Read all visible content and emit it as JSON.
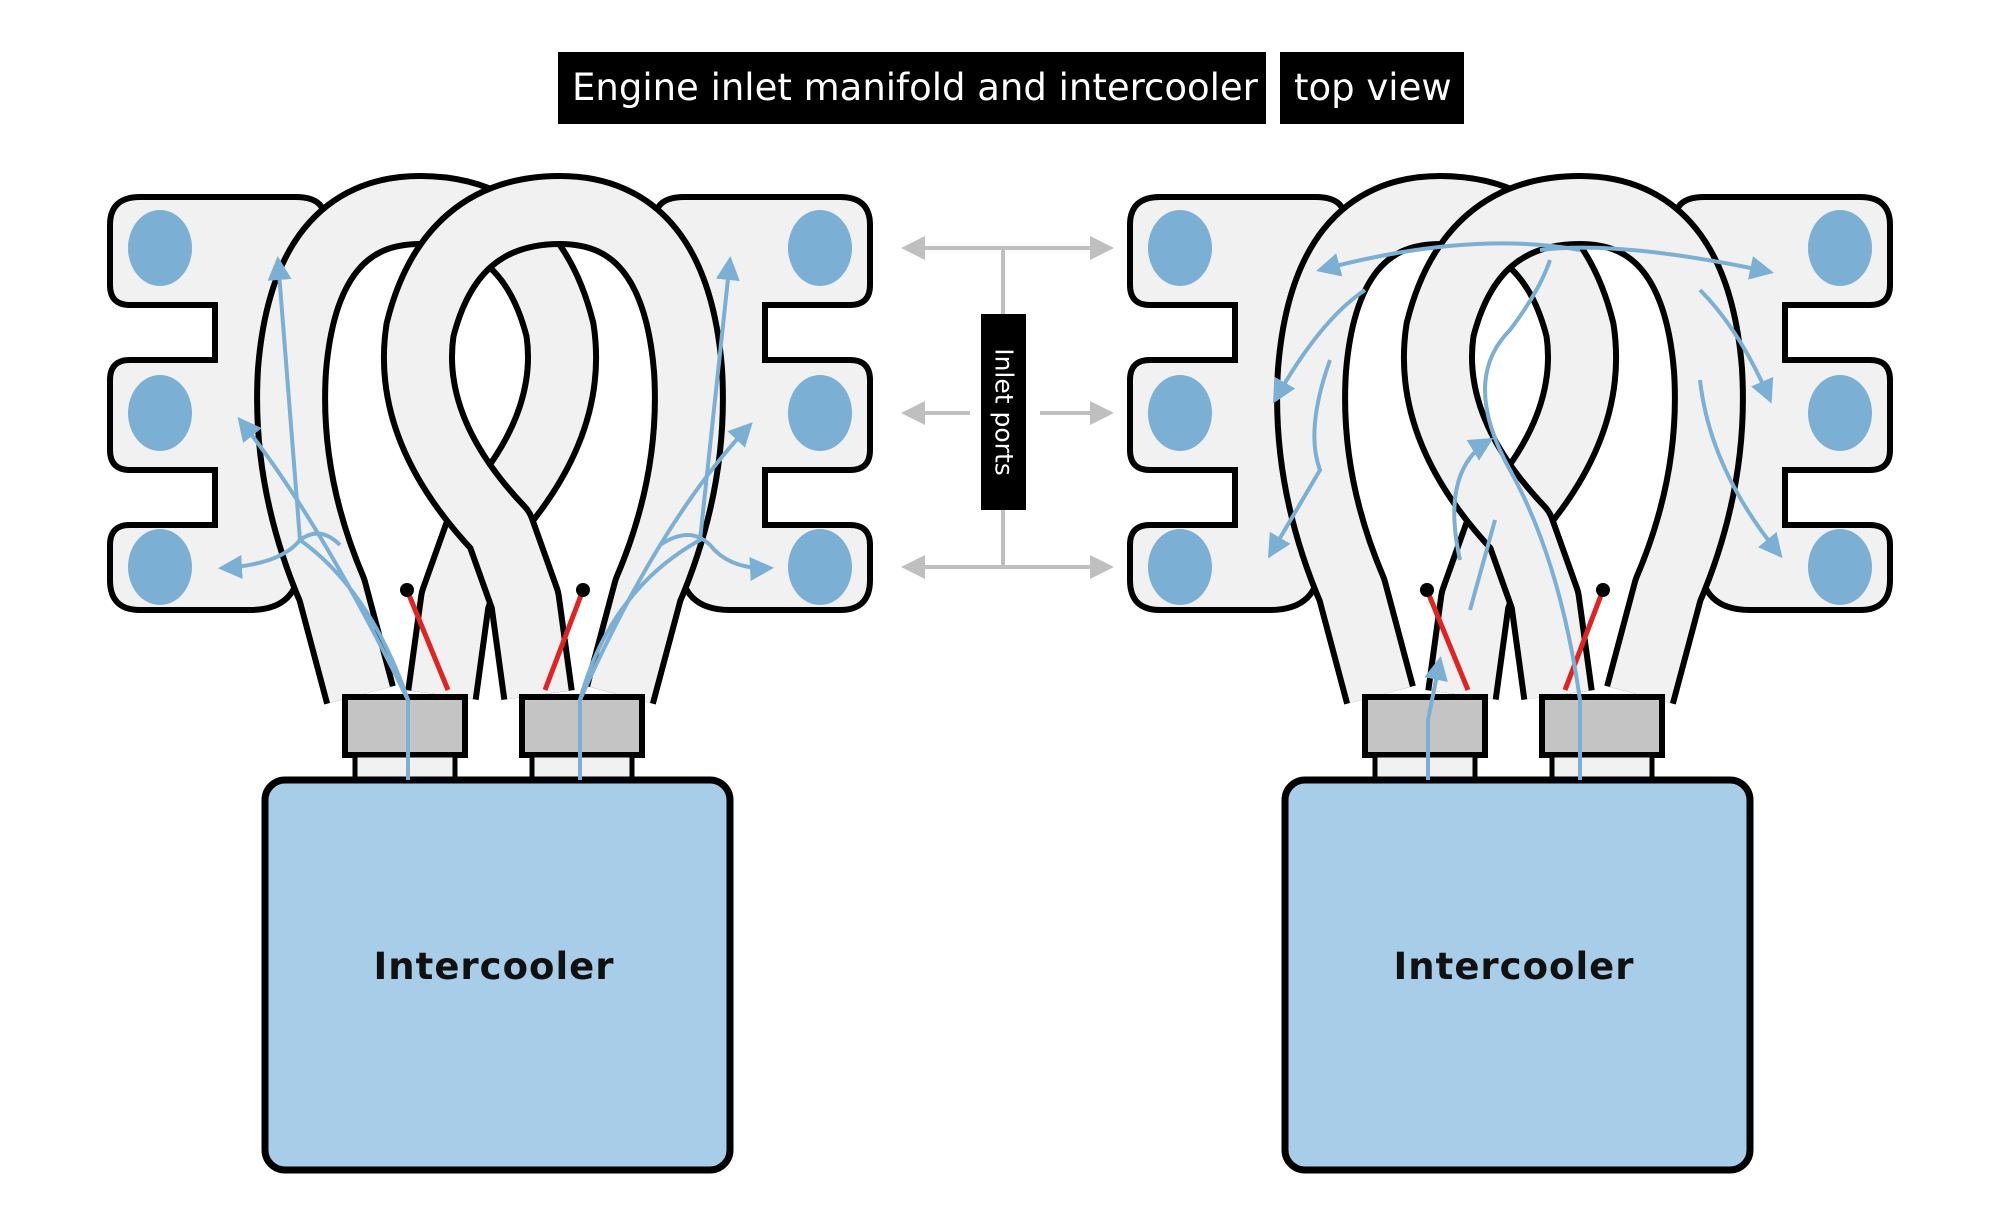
{
  "title": {
    "main": "Engine inlet manifold and intercooler",
    "view": "top view"
  },
  "inlet_ports_label": "Inlet ports",
  "left_diagram": {
    "intercooler_label": "Intercooler"
  },
  "right_diagram": {
    "intercooler_label": "Intercooler"
  },
  "colors": {
    "manifold_fill": "#f1f1f1",
    "outline": "#000000",
    "port_fill": "#7bafd4",
    "flow_arrow": "#7bafd4",
    "intercooler_fill": "#a7cde8",
    "coupling_fill": "#c4c4c4",
    "valve_line": "#e02424",
    "leader_line": "#bfbfbf"
  }
}
